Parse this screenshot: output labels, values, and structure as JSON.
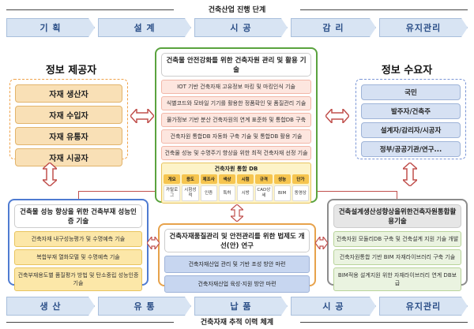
{
  "top": {
    "title": "건축산업 진행 단계",
    "stages": [
      "기 획",
      "설 계",
      "시 공",
      "감 리",
      "유지관리"
    ]
  },
  "bottom": {
    "title": "건축자재 추적 이력 체계",
    "stages": [
      "생 산",
      "유 통",
      "납 품",
      "시 공",
      "유지관리"
    ]
  },
  "provider": {
    "title": "정보 제공자",
    "items": [
      "자재 생산자",
      "자재 수입자",
      "자재 유통자",
      "자재 시공자"
    ]
  },
  "consumer": {
    "title": "정보 수요자",
    "items": [
      "국민",
      "발주자/건축주",
      "설계자/감리자/시공자",
      "정부/공공기관/연구..."
    ]
  },
  "center": {
    "title": "건축물 안전강화를 위한 건축자원 관리 및 활용 기술",
    "rows": [
      "IOT 기반 건축자재 고유정보 마킹 및 마킹인식 기술",
      "식별코드와 모바일 기기를 활용한 정품확인 및 품질관리 기술",
      "물가정보 기반 분산 건축자원의 연계 표준화 및 통합DB 구축",
      "건축자원 통합DB 자동화 구축 기술 및 통합DB 활용 기술",
      "건축물 성능 및 수명주기 향상을 위한 최적 건축자재 선정 기술"
    ],
    "db": {
      "title": "건축자원 통합 DB",
      "top": [
        "개요",
        "용도",
        "제조사",
        "색상",
        "시험",
        "규격",
        "성능",
        "단가"
      ],
      "bottom": [
        "카탈로그",
        "시험성적",
        "인증",
        "특허",
        "시방",
        "CAD상세",
        "BIM",
        "동영상"
      ]
    }
  },
  "left_panel": {
    "title": "건축물 성능 향상을 위한 건축부재 성능인증 기술",
    "rows": [
      "건축자재 내구성능평가 및 수명예측 기술",
      "복합부재 열화모델 및 수명예측 기술",
      "건축부재용도별 품질평가 방법 및 탄소중립 성능인증 기술"
    ]
  },
  "mid_panel": {
    "title": "건축자재품질관리 및 안전관리를 위한 법제도 개선(안) 연구",
    "rows": [
      "건축자재산업 관리 및 기반 조성 방안 마련",
      "건축자재산업 육성·지원 방안 마련"
    ]
  },
  "right_panel": {
    "title": "건축설계생산성향상을위한건축자원통합활용기술",
    "rows": [
      "건축자원 모듈리DB 구축 및 건축설계 지원 기술 개발",
      "건축자원통합 기반 BIM 자재라이브러리 구축 기술",
      "BIM적용 설계지원 위한 자재라이브러리 연계 DB보급"
    ]
  },
  "colors": {
    "stage_fill": "#d8e4f3",
    "stage_text": "#2a4e87",
    "green": "#5aa33e",
    "orange": "#e7a24b",
    "blue": "#4f7bd1",
    "arrow": "#c0504d"
  }
}
